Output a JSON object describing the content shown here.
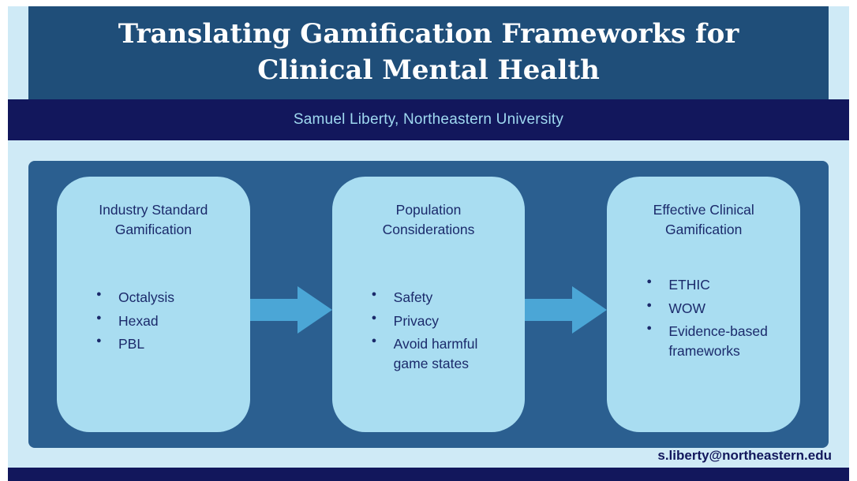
{
  "header": {
    "title": "Translating Gamification Frameworks for Clinical Mental Health",
    "subtitle": "Samuel Liberty, Northeastern University"
  },
  "cards": [
    {
      "heading": "Industry Standard Gamification",
      "bullets": [
        "Octalysis",
        "Hexad",
        "PBL"
      ]
    },
    {
      "heading": "Population Considerations",
      "bullets": [
        "Safety",
        "Privacy",
        "Avoid harmful game states"
      ]
    },
    {
      "heading": "Effective Clinical Gamification",
      "bullets": [
        "ETHIC",
        "WOW",
        "Evidence-based frameworks"
      ]
    }
  ],
  "footer": {
    "email": "s.liberty@northeastern.edu"
  },
  "colors": {
    "background": "#cfeaf6",
    "header_band": "#1f4e79",
    "navy_band": "#12175c",
    "panel": "#2b5f90",
    "card": "#a9ddf1",
    "arrow": "#4ba6d6",
    "card_text": "#1b2a6b",
    "subtitle_text": "#9fd9f0",
    "title_text": "#ffffff"
  }
}
